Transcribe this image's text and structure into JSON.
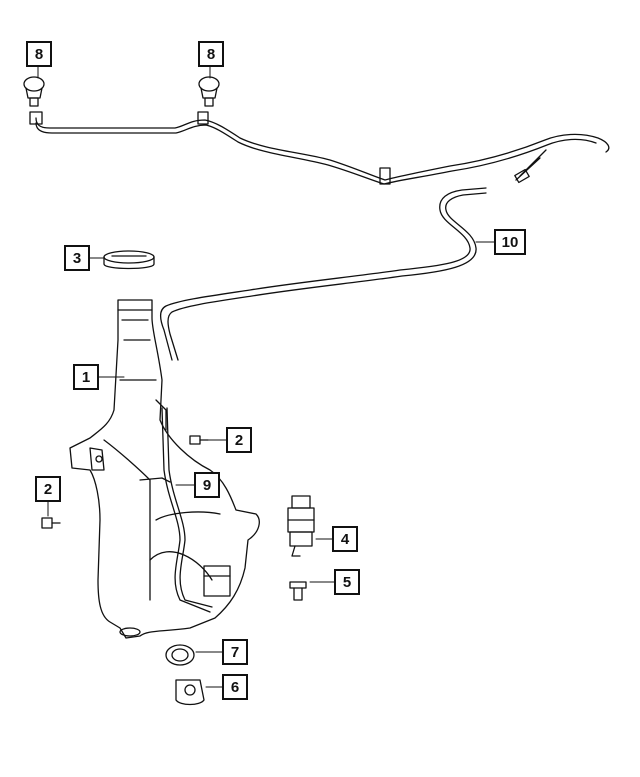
{
  "callouts": {
    "c1": "1",
    "c2a": "2",
    "c2b": "2",
    "c3": "3",
    "c4": "4",
    "c5": "5",
    "c6": "6",
    "c7": "7",
    "c8a": "8",
    "c8b": "8",
    "c9": "9",
    "c10": "10"
  }
}
